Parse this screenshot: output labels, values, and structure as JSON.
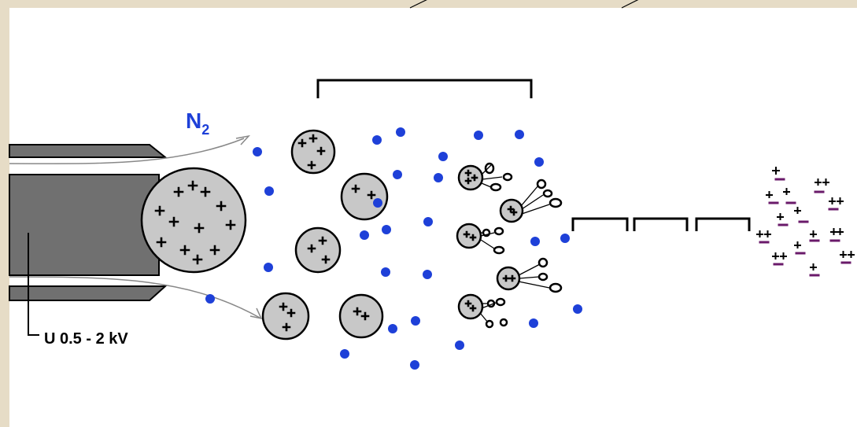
{
  "labels": {
    "gas_symbol": "N",
    "gas_subscript": "2",
    "voltage": "U 0.5 - 2 kV"
  },
  "colors": {
    "background": "#e6dcc6",
    "gas_molecule": "#1e40d8",
    "droplet_fill": "#c8c8c8",
    "capillary_fill": "#707070",
    "ion_minus": "#6a1a6a"
  },
  "glyphs": {
    "plus": "+",
    "double_plus": "++"
  }
}
